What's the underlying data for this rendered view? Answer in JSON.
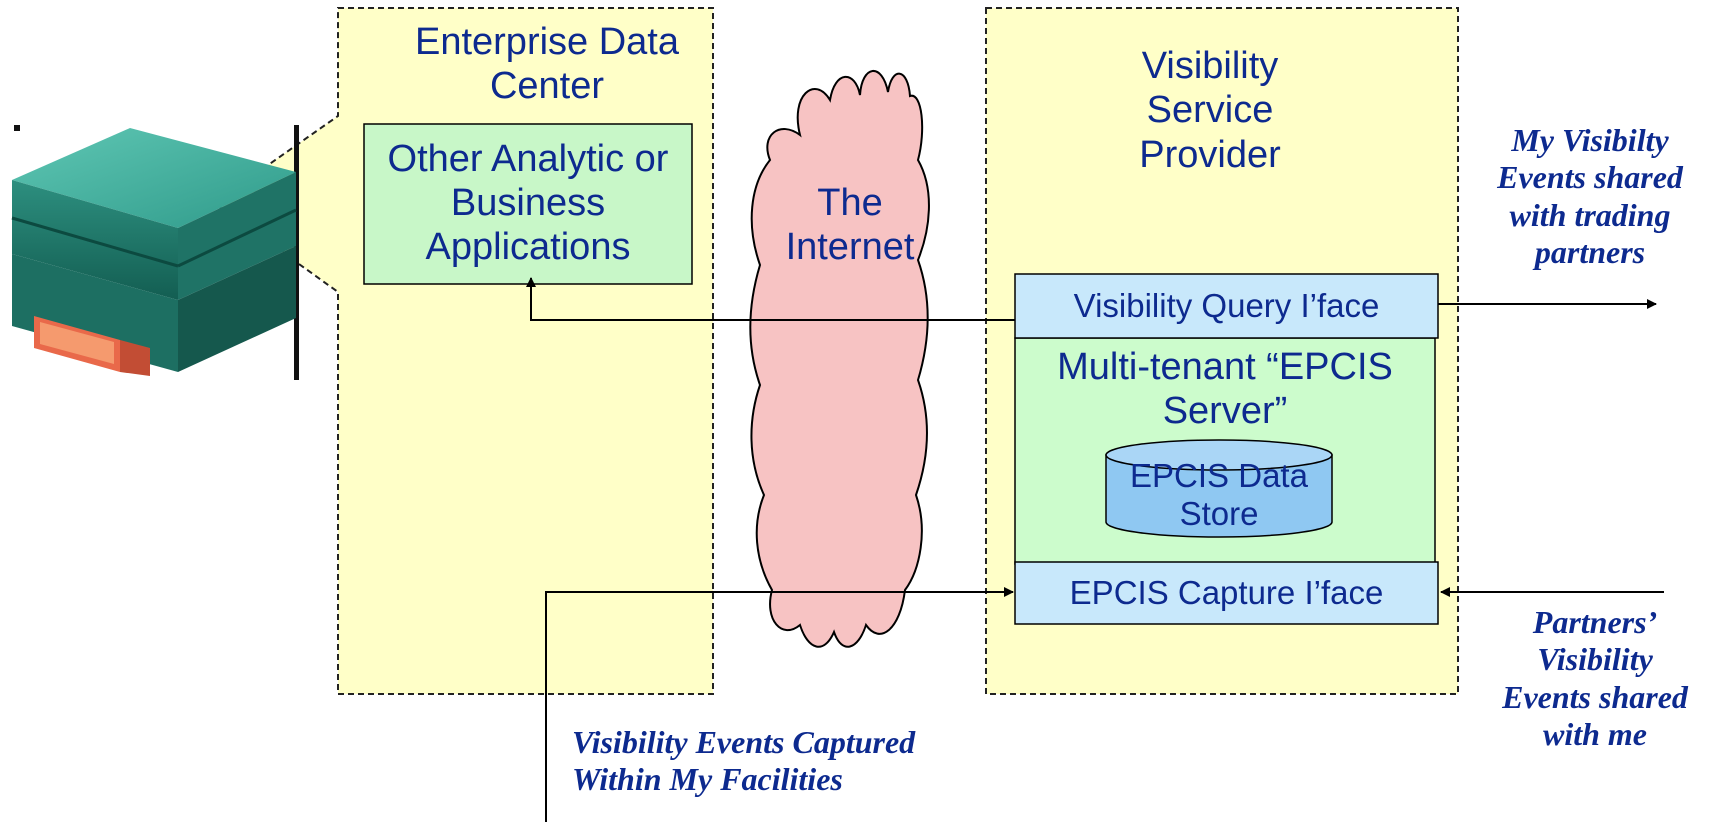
{
  "enterprise_data_center": {
    "title": "Enterprise Data Center",
    "apps_box": "Other Analytic or Business Applications"
  },
  "internet": {
    "label": "The Internet"
  },
  "visibility_service_provider": {
    "title": "Visibility Service Provider",
    "query_interface": "Visibility Query I’face",
    "epcis_server": "Multi-tenant “EPCIS Server”",
    "data_store": "EPCIS Data Store",
    "capture_interface": "EPCIS Capture I’face"
  },
  "notes": {
    "shared_with_partners": "My Visibilty Events shared with trading partners",
    "partners_events": "Partners’ Visibility Events shared with me",
    "captured_events": "Visibility Events Captured Within My Facilities"
  },
  "colors": {
    "region_fill": "#ffffc8",
    "app_fill": "#c8f7c8",
    "interface_fill": "#c8e8fb",
    "server_fill": "#ccfccc",
    "store_fill": "#8fc8f2",
    "cloud_fill": "#f7c3c3",
    "text_blue": "#0d2a8f"
  },
  "icons": {
    "server": "server-stack-icon",
    "cloud": "internet-cloud-icon",
    "database": "database-cylinder-icon"
  }
}
